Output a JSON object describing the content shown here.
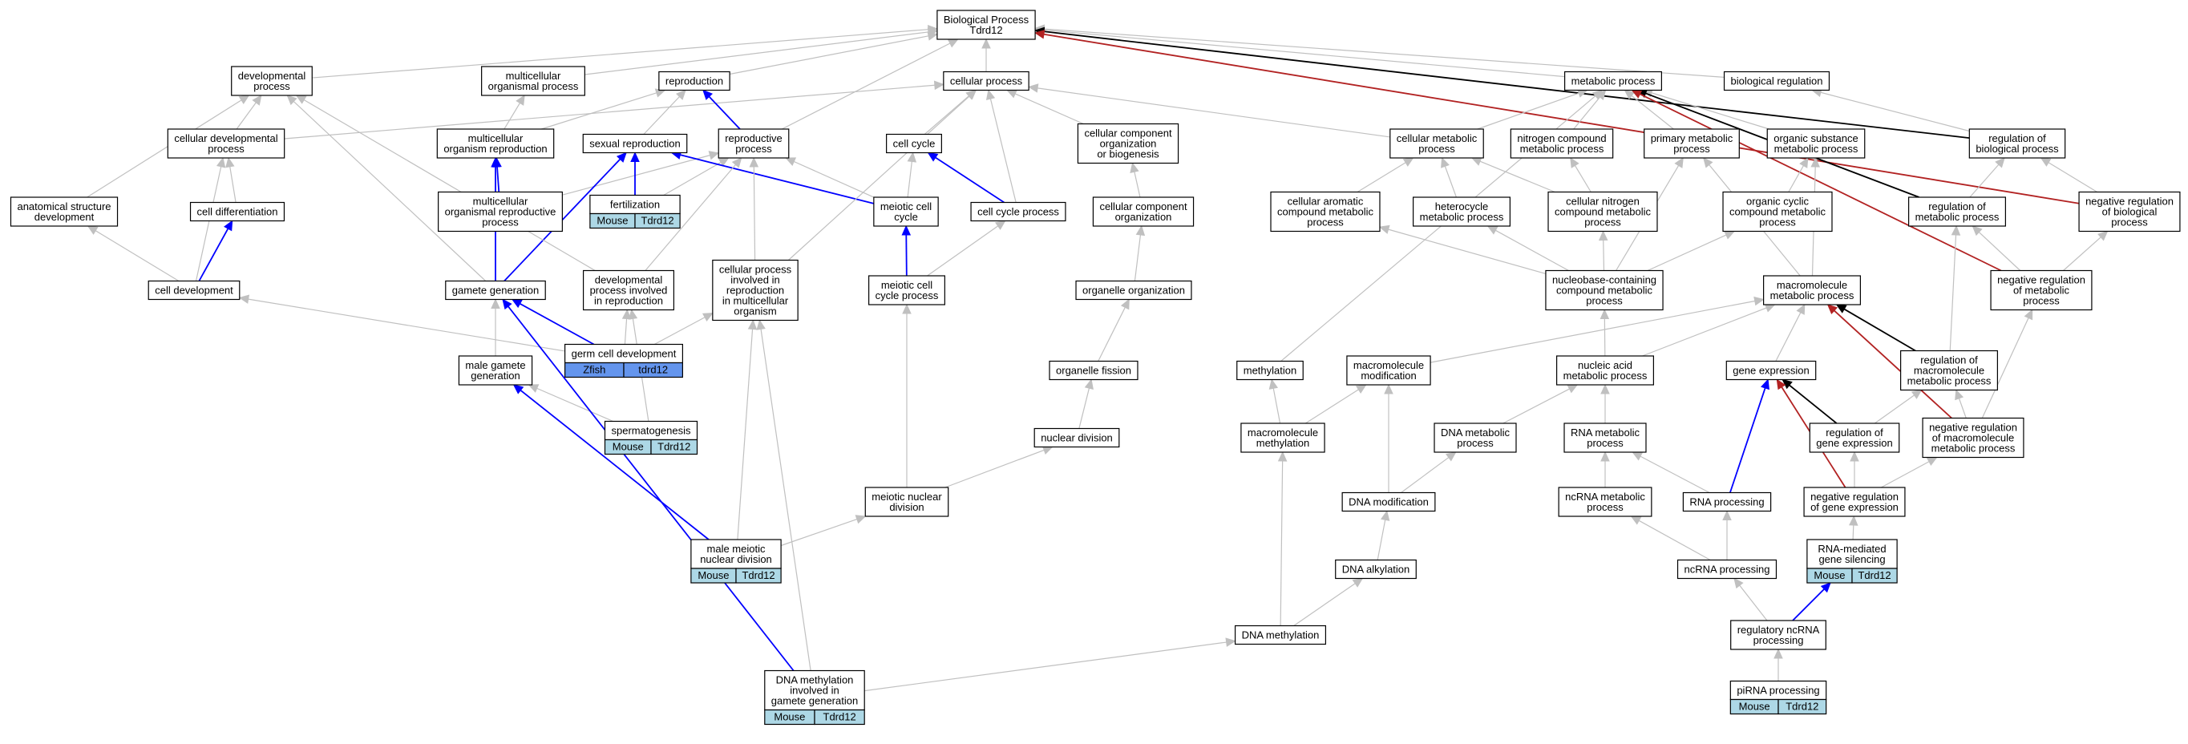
{
  "title": "Biological Process Tdrd12",
  "colors": {
    "node_border": "#000000",
    "node_fill": "#ffffff",
    "edge_gray": "#c0c0c0",
    "edge_blue": "#0000ff",
    "edge_red": "#b22222",
    "edge_black": "#000000",
    "mouse_badge": "#add8e6",
    "zfish_badge": "#6495ed"
  },
  "nodes": [
    {
      "id": "root",
      "lines": [
        "Biological Process",
        "Tdrd12"
      ]
    },
    {
      "id": "dev_proc",
      "lines": [
        "developmental",
        "process"
      ]
    },
    {
      "id": "multi_org",
      "lines": [
        "multicellular",
        "organismal process"
      ]
    },
    {
      "id": "reproduction",
      "lines": [
        "reproduction"
      ]
    },
    {
      "id": "cellular_process",
      "lines": [
        "cellular process"
      ]
    },
    {
      "id": "metabolic",
      "lines": [
        "metabolic process"
      ]
    },
    {
      "id": "bio_reg",
      "lines": [
        "biological regulation"
      ]
    },
    {
      "id": "cell_dev_proc",
      "lines": [
        "cellular developmental",
        "process"
      ]
    },
    {
      "id": "multi_org_repro",
      "lines": [
        "multicellular",
        "organism reproduction"
      ]
    },
    {
      "id": "sexual_repro",
      "lines": [
        "sexual reproduction"
      ]
    },
    {
      "id": "repro_proc",
      "lines": [
        "reproductive",
        "process"
      ]
    },
    {
      "id": "cell_cycle",
      "lines": [
        "cell cycle"
      ]
    },
    {
      "id": "ccob",
      "lines": [
        "cellular component",
        "organization",
        "or biogenesis"
      ]
    },
    {
      "id": "cell_met",
      "lines": [
        "cellular metabolic",
        "process"
      ]
    },
    {
      "id": "nitrogen",
      "lines": [
        "nitrogen compound",
        "metabolic process"
      ]
    },
    {
      "id": "primary",
      "lines": [
        "primary metabolic",
        "process"
      ]
    },
    {
      "id": "organic_sub",
      "lines": [
        "organic substance",
        "metabolic process"
      ]
    },
    {
      "id": "reg_bio",
      "lines": [
        "regulation of",
        "biological process"
      ]
    },
    {
      "id": "anat",
      "lines": [
        "anatomical structure",
        "development"
      ]
    },
    {
      "id": "cell_diff",
      "lines": [
        "cell differentiation"
      ]
    },
    {
      "id": "mult_org_repro_proc",
      "lines": [
        "multicellular",
        "organismal reproductive",
        "process"
      ]
    },
    {
      "id": "fert",
      "lines": [
        "fertilization"
      ],
      "badges": [
        "Mouse",
        "Tdrd12"
      ]
    },
    {
      "id": "meiotic_cc",
      "lines": [
        "meiotic cell",
        "cycle"
      ]
    },
    {
      "id": "cc_proc",
      "lines": [
        "cell cycle process"
      ]
    },
    {
      "id": "cco",
      "lines": [
        "cellular component",
        "organization"
      ]
    },
    {
      "id": "aromatic",
      "lines": [
        "cellular aromatic",
        "compound metabolic",
        "process"
      ]
    },
    {
      "id": "hetero",
      "lines": [
        "heterocycle",
        "metabolic process"
      ]
    },
    {
      "id": "cell_nitro",
      "lines": [
        "cellular nitrogen",
        "compound metabolic",
        "process"
      ]
    },
    {
      "id": "org_cyclic",
      "lines": [
        "organic cyclic",
        "compound metabolic",
        "process"
      ]
    },
    {
      "id": "reg_met",
      "lines": [
        "regulation of",
        "metabolic process"
      ]
    },
    {
      "id": "neg_reg_bio",
      "lines": [
        "negative regulation",
        "of biological",
        "process"
      ]
    },
    {
      "id": "cell_dev",
      "lines": [
        "cell development"
      ]
    },
    {
      "id": "gamete_gen",
      "lines": [
        "gamete generation"
      ]
    },
    {
      "id": "dev_repro",
      "lines": [
        "developmental",
        "process involved",
        "in reproduction"
      ]
    },
    {
      "id": "cp_repro",
      "lines": [
        "cellular process",
        "involved in",
        "reproduction",
        "in multicellular",
        "organism"
      ]
    },
    {
      "id": "meiotic_ccp",
      "lines": [
        "meiotic cell",
        "cycle process"
      ]
    },
    {
      "id": "org_org",
      "lines": [
        "organelle organization"
      ]
    },
    {
      "id": "nucleobase",
      "lines": [
        "nucleobase-containing",
        "compound metabolic",
        "process"
      ]
    },
    {
      "id": "macro_met",
      "lines": [
        "macromolecule",
        "metabolic process"
      ]
    },
    {
      "id": "neg_reg_met",
      "lines": [
        "negative regulation",
        "of metabolic",
        "process"
      ]
    },
    {
      "id": "germ",
      "lines": [
        "germ cell development"
      ],
      "badges": [
        "Zfish",
        "tdrd12"
      ]
    },
    {
      "id": "male_gamete",
      "lines": [
        "male gamete",
        "generation"
      ]
    },
    {
      "id": "org_fission",
      "lines": [
        "organelle fission"
      ]
    },
    {
      "id": "methylation",
      "lines": [
        "methylation"
      ]
    },
    {
      "id": "macro_mod",
      "lines": [
        "macromolecule",
        "modification"
      ]
    },
    {
      "id": "nucleic",
      "lines": [
        "nucleic acid",
        "metabolic process"
      ]
    },
    {
      "id": "gene_expr",
      "lines": [
        "gene expression"
      ]
    },
    {
      "id": "reg_macro_met",
      "lines": [
        "regulation of",
        "macromolecule",
        "metabolic process"
      ]
    },
    {
      "id": "spermato",
      "lines": [
        "spermatogenesis"
      ],
      "badges": [
        "Mouse",
        "Tdrd12"
      ]
    },
    {
      "id": "nuc_div",
      "lines": [
        "nuclear division"
      ]
    },
    {
      "id": "macro_methyl",
      "lines": [
        "macromolecule",
        "methylation"
      ]
    },
    {
      "id": "dna_met",
      "lines": [
        "DNA metabolic",
        "process"
      ]
    },
    {
      "id": "rna_met",
      "lines": [
        "RNA metabolic",
        "process"
      ]
    },
    {
      "id": "reg_gene",
      "lines": [
        "regulation of",
        "gene expression"
      ]
    },
    {
      "id": "neg_reg_macro",
      "lines": [
        "negative regulation",
        "of macromolecule",
        "metabolic process"
      ]
    },
    {
      "id": "meiotic_nuc",
      "lines": [
        "meiotic nuclear",
        "division"
      ]
    },
    {
      "id": "dna_mod",
      "lines": [
        "DNA modification"
      ]
    },
    {
      "id": "ncrna_met",
      "lines": [
        "ncRNA metabolic",
        "process"
      ]
    },
    {
      "id": "rna_proc",
      "lines": [
        "RNA processing"
      ]
    },
    {
      "id": "neg_reg_gene",
      "lines": [
        "negative regulation",
        "of gene expression"
      ]
    },
    {
      "id": "male_meiotic",
      "lines": [
        "male meiotic",
        "nuclear division"
      ],
      "badges": [
        "Mouse",
        "Tdrd12"
      ]
    },
    {
      "id": "dna_alk",
      "lines": [
        "DNA alkylation"
      ]
    },
    {
      "id": "ncrna_proc",
      "lines": [
        "ncRNA processing"
      ]
    },
    {
      "id": "rna_silencing",
      "lines": [
        "RNA-mediated",
        "gene silencing"
      ],
      "badges": [
        "Mouse",
        "Tdrd12"
      ]
    },
    {
      "id": "dna_methyl",
      "lines": [
        "DNA methylation"
      ]
    },
    {
      "id": "reg_ncrna",
      "lines": [
        "regulatory ncRNA",
        "processing"
      ]
    },
    {
      "id": "dna_methyl_gamete",
      "lines": [
        "DNA methylation",
        "involved in",
        "gamete generation"
      ],
      "badges": [
        "Mouse",
        "Tdrd12"
      ]
    },
    {
      "id": "pirna",
      "lines": [
        "piRNA processing"
      ],
      "badges": [
        "Mouse",
        "Tdrd12"
      ]
    }
  ],
  "edges": [
    {
      "from": "dev_proc",
      "to": "root",
      "kind": "gray"
    },
    {
      "from": "multi_org",
      "to": "root",
      "kind": "gray"
    },
    {
      "from": "reproduction",
      "to": "root",
      "kind": "gray"
    },
    {
      "from": "cellular_process",
      "to": "root",
      "kind": "gray"
    },
    {
      "from": "metabolic",
      "to": "root",
      "kind": "gray"
    },
    {
      "from": "bio_reg",
      "to": "root",
      "kind": "gray"
    },
    {
      "from": "reg_bio",
      "to": "root",
      "kind": "black"
    },
    {
      "from": "neg_reg_bio",
      "to": "root",
      "kind": "red"
    },
    {
      "from": "repro_proc",
      "to": "root",
      "kind": "gray"
    },
    {
      "from": "cell_dev_proc",
      "to": "dev_proc",
      "kind": "gray"
    },
    {
      "from": "cell_dev_proc",
      "to": "cellular_process",
      "kind": "gray"
    },
    {
      "from": "anat",
      "to": "dev_proc",
      "kind": "gray"
    },
    {
      "from": "multi_org_repro",
      "to": "multi_org",
      "kind": "gray"
    },
    {
      "from": "multi_org_repro",
      "to": "reproduction",
      "kind": "gray"
    },
    {
      "from": "sexual_repro",
      "to": "reproduction",
      "kind": "gray"
    },
    {
      "from": "repro_proc",
      "to": "reproduction",
      "kind": "blue"
    },
    {
      "from": "cell_cycle",
      "to": "cellular_process",
      "kind": "gray"
    },
    {
      "from": "ccob",
      "to": "cellular_process",
      "kind": "gray"
    },
    {
      "from": "cell_met",
      "to": "cellular_process",
      "kind": "gray"
    },
    {
      "from": "cell_met",
      "to": "metabolic",
      "kind": "gray"
    },
    {
      "from": "nitrogen",
      "to": "metabolic",
      "kind": "gray"
    },
    {
      "from": "primary",
      "to": "metabolic",
      "kind": "gray"
    },
    {
      "from": "organic_sub",
      "to": "metabolic",
      "kind": "gray"
    },
    {
      "from": "reg_bio",
      "to": "bio_reg",
      "kind": "gray"
    },
    {
      "from": "reg_met",
      "to": "metabolic",
      "kind": "black"
    },
    {
      "from": "reg_met",
      "to": "reg_bio",
      "kind": "gray"
    },
    {
      "from": "neg_reg_bio",
      "to": "reg_bio",
      "kind": "gray"
    },
    {
      "from": "neg_reg_met",
      "to": "metabolic",
      "kind": "red"
    },
    {
      "from": "neg_reg_met",
      "to": "reg_met",
      "kind": "gray"
    },
    {
      "from": "neg_reg_met",
      "to": "neg_reg_bio",
      "kind": "gray"
    },
    {
      "from": "cell_diff",
      "to": "cell_dev_proc",
      "kind": "gray"
    },
    {
      "from": "cell_dev",
      "to": "cell_dev_proc",
      "kind": "gray"
    },
    {
      "from": "cell_dev",
      "to": "anat",
      "kind": "gray"
    },
    {
      "from": "cell_dev",
      "to": "cell_diff",
      "kind": "blue"
    },
    {
      "from": "mult_org_repro_proc",
      "to": "multi_org_repro",
      "kind": "blue"
    },
    {
      "from": "mult_org_repro_proc",
      "to": "repro_proc",
      "kind": "gray"
    },
    {
      "from": "fert",
      "to": "sexual_repro",
      "kind": "blue"
    },
    {
      "from": "fert",
      "to": "repro_proc",
      "kind": "gray"
    },
    {
      "from": "meiotic_cc",
      "to": "cell_cycle",
      "kind": "gray"
    },
    {
      "from": "meiotic_cc",
      "to": "sexual_repro",
      "kind": "blue"
    },
    {
      "from": "meiotic_cc",
      "to": "repro_proc",
      "kind": "gray"
    },
    {
      "from": "cc_proc",
      "to": "cell_cycle",
      "kind": "blue"
    },
    {
      "from": "cc_proc",
      "to": "cellular_process",
      "kind": "gray"
    },
    {
      "from": "cco",
      "to": "ccob",
      "kind": "gray"
    },
    {
      "from": "aromatic",
      "to": "cell_met",
      "kind": "gray"
    },
    {
      "from": "hetero",
      "to": "cell_met",
      "kind": "gray"
    },
    {
      "from": "cell_nitro",
      "to": "cell_met",
      "kind": "gray"
    },
    {
      "from": "cell_nitro",
      "to": "nitrogen",
      "kind": "gray"
    },
    {
      "from": "org_cyclic",
      "to": "organic_sub",
      "kind": "gray"
    },
    {
      "from": "gamete_gen",
      "to": "multi_org_repro",
      "kind": "blue"
    },
    {
      "from": "gamete_gen",
      "to": "sexual_repro",
      "kind": "blue"
    },
    {
      "from": "gamete_gen",
      "to": "dev_proc",
      "kind": "gray"
    },
    {
      "from": "dev_repro",
      "to": "repro_proc",
      "kind": "gray"
    },
    {
      "from": "dev_repro",
      "to": "dev_proc",
      "kind": "gray"
    },
    {
      "from": "cp_repro",
      "to": "repro_proc",
      "kind": "gray"
    },
    {
      "from": "cp_repro",
      "to": "cellular_process",
      "kind": "gray"
    },
    {
      "from": "meiotic_ccp",
      "to": "meiotic_cc",
      "kind": "blue"
    },
    {
      "from": "meiotic_ccp",
      "to": "cc_proc",
      "kind": "gray"
    },
    {
      "from": "org_org",
      "to": "cco",
      "kind": "gray"
    },
    {
      "from": "nucleobase",
      "to": "aromatic",
      "kind": "gray"
    },
    {
      "from": "nucleobase",
      "to": "hetero",
      "kind": "gray"
    },
    {
      "from": "nucleobase",
      "to": "cell_nitro",
      "kind": "gray"
    },
    {
      "from": "nucleobase",
      "to": "org_cyclic",
      "kind": "gray"
    },
    {
      "from": "nucleobase",
      "to": "primary",
      "kind": "gray"
    },
    {
      "from": "macro_met",
      "to": "organic_sub",
      "kind": "gray"
    },
    {
      "from": "macro_met",
      "to": "primary",
      "kind": "gray"
    },
    {
      "from": "germ",
      "to": "cell_dev",
      "kind": "gray"
    },
    {
      "from": "germ",
      "to": "gamete_gen",
      "kind": "blue"
    },
    {
      "from": "germ",
      "to": "dev_repro",
      "kind": "gray"
    },
    {
      "from": "germ",
      "to": "cp_repro",
      "kind": "gray"
    },
    {
      "from": "male_gamete",
      "to": "gamete_gen",
      "kind": "gray"
    },
    {
      "from": "org_fission",
      "to": "org_org",
      "kind": "gray"
    },
    {
      "from": "methylation",
      "to": "metabolic",
      "kind": "gray"
    },
    {
      "from": "macro_mod",
      "to": "macro_met",
      "kind": "gray"
    },
    {
      "from": "nucleic",
      "to": "nucleobase",
      "kind": "gray"
    },
    {
      "from": "nucleic",
      "to": "macro_met",
      "kind": "gray"
    },
    {
      "from": "gene_expr",
      "to": "macro_met",
      "kind": "gray"
    },
    {
      "from": "reg_macro_met",
      "to": "macro_met",
      "kind": "black"
    },
    {
      "from": "reg_macro_met",
      "to": "reg_met",
      "kind": "gray"
    },
    {
      "from": "spermato",
      "to": "male_gamete",
      "kind": "gray"
    },
    {
      "from": "spermato",
      "to": "dev_repro",
      "kind": "gray"
    },
    {
      "from": "nuc_div",
      "to": "org_fission",
      "kind": "gray"
    },
    {
      "from": "macro_methyl",
      "to": "methylation",
      "kind": "gray"
    },
    {
      "from": "macro_methyl",
      "to": "macro_mod",
      "kind": "gray"
    },
    {
      "from": "dna_met",
      "to": "nucleic",
      "kind": "gray"
    },
    {
      "from": "rna_met",
      "to": "nucleic",
      "kind": "gray"
    },
    {
      "from": "reg_gene",
      "to": "gene_expr",
      "kind": "black"
    },
    {
      "from": "reg_gene",
      "to": "reg_macro_met",
      "kind": "gray"
    },
    {
      "from": "neg_reg_macro",
      "to": "macro_met",
      "kind": "red"
    },
    {
      "from": "neg_reg_macro",
      "to": "reg_macro_met",
      "kind": "gray"
    },
    {
      "from": "neg_reg_macro",
      "to": "neg_reg_met",
      "kind": "gray"
    },
    {
      "from": "meiotic_nuc",
      "to": "nuc_div",
      "kind": "gray"
    },
    {
      "from": "meiotic_nuc",
      "to": "meiotic_ccp",
      "kind": "gray"
    },
    {
      "from": "dna_mod",
      "to": "dna_met",
      "kind": "gray"
    },
    {
      "from": "dna_mod",
      "to": "macro_mod",
      "kind": "gray"
    },
    {
      "from": "ncrna_met",
      "to": "rna_met",
      "kind": "gray"
    },
    {
      "from": "rna_proc",
      "to": "rna_met",
      "kind": "gray"
    },
    {
      "from": "rna_proc",
      "to": "gene_expr",
      "kind": "blue"
    },
    {
      "from": "neg_reg_gene",
      "to": "gene_expr",
      "kind": "red"
    },
    {
      "from": "neg_reg_gene",
      "to": "reg_gene",
      "kind": "gray"
    },
    {
      "from": "neg_reg_gene",
      "to": "neg_reg_macro",
      "kind": "gray"
    },
    {
      "from": "male_meiotic",
      "to": "male_gamete",
      "kind": "blue"
    },
    {
      "from": "male_meiotic",
      "to": "meiotic_nuc",
      "kind": "gray"
    },
    {
      "from": "male_meiotic",
      "to": "cp_repro",
      "kind": "gray"
    },
    {
      "from": "dna_alk",
      "to": "dna_mod",
      "kind": "gray"
    },
    {
      "from": "ncrna_proc",
      "to": "ncrna_met",
      "kind": "gray"
    },
    {
      "from": "ncrna_proc",
      "to": "rna_proc",
      "kind": "gray"
    },
    {
      "from": "rna_silencing",
      "to": "neg_reg_gene",
      "kind": "gray"
    },
    {
      "from": "dna_methyl",
      "to": "dna_alk",
      "kind": "gray"
    },
    {
      "from": "dna_methyl",
      "to": "macro_methyl",
      "kind": "gray"
    },
    {
      "from": "reg_ncrna",
      "to": "ncrna_proc",
      "kind": "gray"
    },
    {
      "from": "reg_ncrna",
      "to": "rna_silencing",
      "kind": "blue"
    },
    {
      "from": "dna_methyl_gamete",
      "to": "gamete_gen",
      "kind": "blue"
    },
    {
      "from": "dna_methyl_gamete",
      "to": "dna_methyl",
      "kind": "gray"
    },
    {
      "from": "dna_methyl_gamete",
      "to": "cp_repro",
      "kind": "gray"
    },
    {
      "from": "pirna",
      "to": "reg_ncrna",
      "kind": "gray"
    }
  ]
}
